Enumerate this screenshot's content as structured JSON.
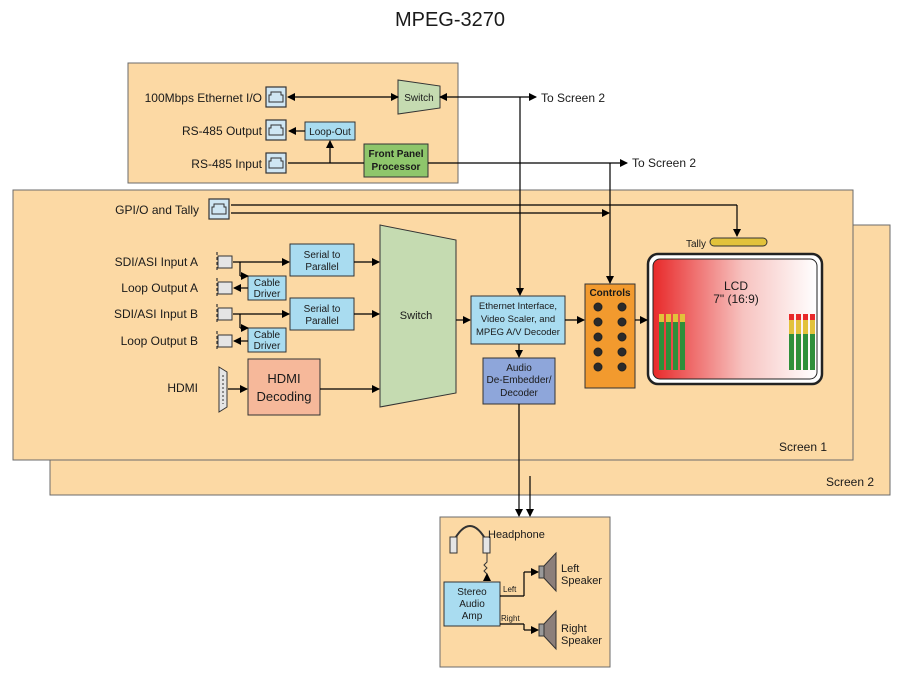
{
  "title": "MPEG-3270",
  "colors": {
    "panel": "#fcd9a4",
    "panel_border": "#6b6b6b",
    "light_blue": "#a9dcf0",
    "green_block": "#8ec66b",
    "switch_fill": "#c5dbb1",
    "hdmi_fill": "#f6b89a",
    "audio_blue": "#8ea6da",
    "controls_orange": "#f29a2e",
    "lcd_red": "#e8292a",
    "tally_yellow": "#e2c23b"
  },
  "top_panel": {
    "ethernet_label": "100Mbps Ethernet I/O",
    "rs485_output_label": "RS-485 Output",
    "rs485_input_label": "RS-485 Input",
    "switch_label": "Switch",
    "loopout_label": "Loop-Out",
    "front_panel_line1": "Front Panel",
    "front_panel_line2": "Processor",
    "to_screen2_a": "To Screen 2",
    "to_screen2_b": "To Screen 2"
  },
  "screen1": {
    "name": "Screen 1",
    "gpio_label": "GPI/O and Tally",
    "tally_label": "Tally",
    "sdi_a_label": "SDI/ASI Input A",
    "loop_a_label": "Loop Output A",
    "sdi_b_label": "SDI/ASI Input B",
    "loop_b_label": "Loop Output B",
    "hdmi_label": "HDMI",
    "serial_parallel_line1": "Serial to",
    "serial_parallel_line2": "Parallel",
    "cable_driver_line1": "Cable",
    "cable_driver_line2": "Driver",
    "hdmi_decoding_line1": "HDMI",
    "hdmi_decoding_line2": "Decoding",
    "switch_label": "Switch",
    "eth_block_line1": "Ethernet Interface,",
    "eth_block_line2": "Video Scaler, and",
    "eth_block_line3": "MPEG A/V Decoder",
    "audio_line1": "Audio",
    "audio_line2": "De-Embedder/",
    "audio_line3": "Decoder",
    "controls_label": "Controls",
    "lcd_line1": "LCD",
    "lcd_line2": "7\" (16:9)"
  },
  "screen2": {
    "name": "Screen 2"
  },
  "bottom_panel": {
    "headphone_label": "Headphone",
    "amp_line1": "Stereo",
    "amp_line2": "Audio",
    "amp_line3": "Amp",
    "left_label": "Left",
    "right_label": "Right",
    "left_speaker_line1": "Left",
    "left_speaker_line2": "Speaker",
    "right_speaker_line1": "Right",
    "right_speaker_line2": "Speaker"
  }
}
